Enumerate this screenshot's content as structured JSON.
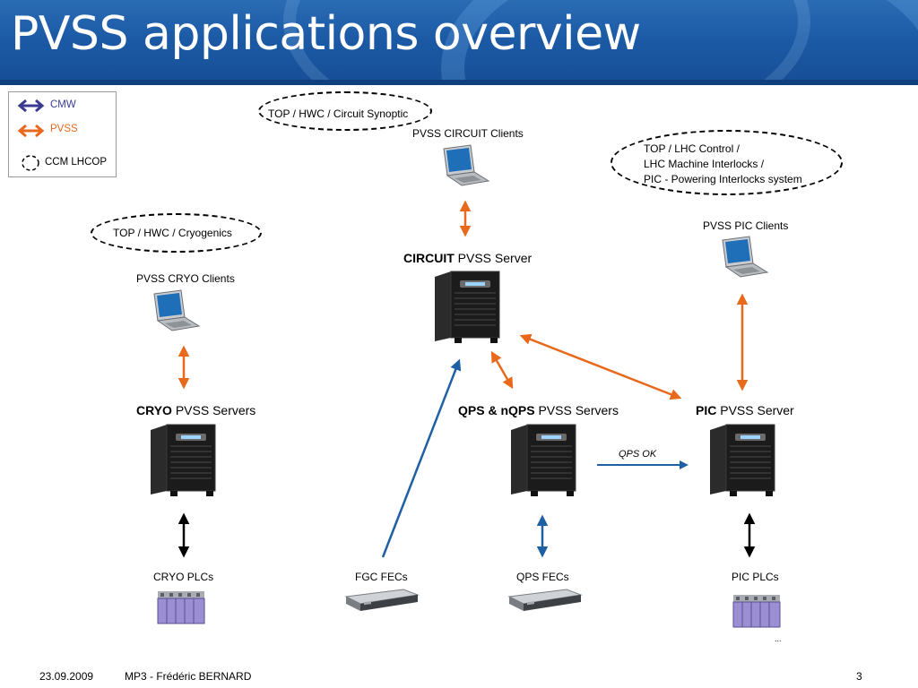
{
  "title": "PVSS applications overview",
  "legend": {
    "cmw": "CMW",
    "pvss": "PVSS",
    "ccm": "CCM LHCOP"
  },
  "groups": {
    "circuit_synoptic": "TOP / HWC / Circuit Synoptic",
    "pic_line1": "TOP / LHC Control /",
    "pic_line2": "LHC Machine Interlocks /",
    "pic_line3": "PIC - Powering Interlocks system",
    "cryogenics": "TOP / HWC / Cryogenics"
  },
  "clients": {
    "circuit": "PVSS CIRCUIT Clients",
    "pic": "PVSS PIC Clients",
    "cryo": "PVSS CRYO Clients"
  },
  "servers": {
    "circuit": {
      "bold": "CIRCUIT",
      "rest": " PVSS Server"
    },
    "cryo": {
      "bold": "CRYO",
      "rest": " PVSS Servers"
    },
    "qps": {
      "bold": "QPS & nQPS",
      "rest": " PVSS Servers"
    },
    "pic": {
      "bold": "PIC",
      "rest": " PVSS Server"
    }
  },
  "link_qps_ok": "QPS OK",
  "devices": {
    "cryo_plcs": "CRYO PLCs",
    "fgc_fecs": "FGC FECs",
    "qps_fecs": "QPS FECs",
    "pic_plcs": "PIC PLCs"
  },
  "ellipsis": "...",
  "footer": {
    "date": "23.09.2009",
    "author": "MP3 - Frédéric BERNARD",
    "page": "3"
  },
  "colors": {
    "cmw": "#1f5fa3",
    "pvss": "#e8691c",
    "header": "#1c5aa6",
    "cmw_legend": "#3a3a90"
  }
}
